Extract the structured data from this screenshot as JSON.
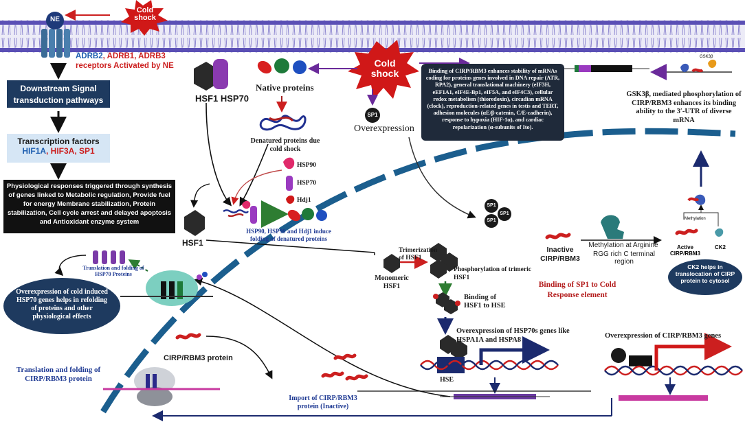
{
  "colors": {
    "membrane": "#5a4fb5",
    "nucleus": "#1b5e8e",
    "dark_box": "#1e3a5f",
    "black_box": "#111111",
    "red": "#cc1f1f",
    "blue": "#1f5fb0",
    "purple": "#6a2a9a",
    "green": "#2e7d32"
  },
  "top": {
    "cold_shock_small": "Cold shock",
    "ne_label": "NE",
    "cold_shock_big": "Cold shock"
  },
  "receptors": {
    "adrb2": "ADRB2",
    "adrb1_adrb3": ", ADRB1, ADRB3",
    "activated": "receptors Activated by NE"
  },
  "left_flow": {
    "downstream": "Downstream Signal transduction pathways",
    "tf_title": "Transcription factors",
    "tf_hif1a": "HIF1A",
    "tf_rest": ", HIF3A, SP1",
    "physio": "Physiological responses triggered through synthesis of genes linked to Metabolic regulation, Provide fuel for energy Membrane stabilization, Protein stabilization, Cell cycle arrest and delayed apoptosis and Antioxidant enzyme system"
  },
  "hsf": {
    "hsf1_hsp70": "HSF1 HSP70",
    "native_proteins": "Native proteins",
    "denatured": "Denatured proteins due cold shock",
    "hsp90": "HSP90",
    "hsp70": "HSP70",
    "hdj1": "Hdj1",
    "hsf1_label": "HSF1",
    "folding": "HSP90, HSP90 and Hdj1 induce folding of denatured proteins"
  },
  "sp1": {
    "sp1": "SP1",
    "overexpression": "Overexpression"
  },
  "cirp_info": "Binding of CIRP/RBM3 enhances stability of mRNAs coding for proteins genes involved in DNA repair (ATR, RPA2), general translational machinery (eIF3H, eEF1A1, eIF4E-Bp1, eIF5A, and eIF4C3), cellular redox metabolism (thioredoxin), circadian mRNA (clock), reproduction-related genes in testis and TERT, adhesion molecules (αE/β-catenin, C/E-cadherin), response to hypoxia (HIF-1α), and cardiac repolarization (α-subunits of Ito).",
  "gsk": {
    "gsk_small": "GSK3β",
    "text": "GSK3β, mediated phosphorylation of CIRP/RBM3 enhances its binding ability to the 3′-UTR of diverse mRNA"
  },
  "hsp70_trans": {
    "translation": "Translation and folding of HSP70 Proteins",
    "ellipse": "Overexpression of cold induced HSP70 genes helps in refolding of proteins and other physiological effects"
  },
  "trimer": {
    "trimerization": "Trimerization of HSF1",
    "monomeric": "Monomeric HSF1",
    "phospho": "Phosphorylation of trimeric HSF1",
    "binding": "Binding of HSF1 to HSE",
    "overexp_hsp70": "Overexpression of HSP70s genes like HSPA1A and HSPA8",
    "hse": "HSE"
  },
  "methylation": {
    "inactive": "Inactive CIRP/RBM3",
    "methyl_arg": "Methylation at Arginine",
    "rgg": "RGG rich C terminal region",
    "methylation_small": "Methylation",
    "active": "Active CIRP/RBM3",
    "ck2": "CK2",
    "ck2_box": "CK2 helps in translocation of CIRP protein to cytosol"
  },
  "sp1_binding": "Binding of SP1 to Cold Response element",
  "cirp_bottom": {
    "protein": "CIRP/RBM3 protein",
    "translation": "Translation and folding of CIRP/RBM3 protein",
    "import": "Import of CIRP/RBM3 protein (Inactive)",
    "overexp": "Overexpression of CIRP/RBM3 genes"
  }
}
